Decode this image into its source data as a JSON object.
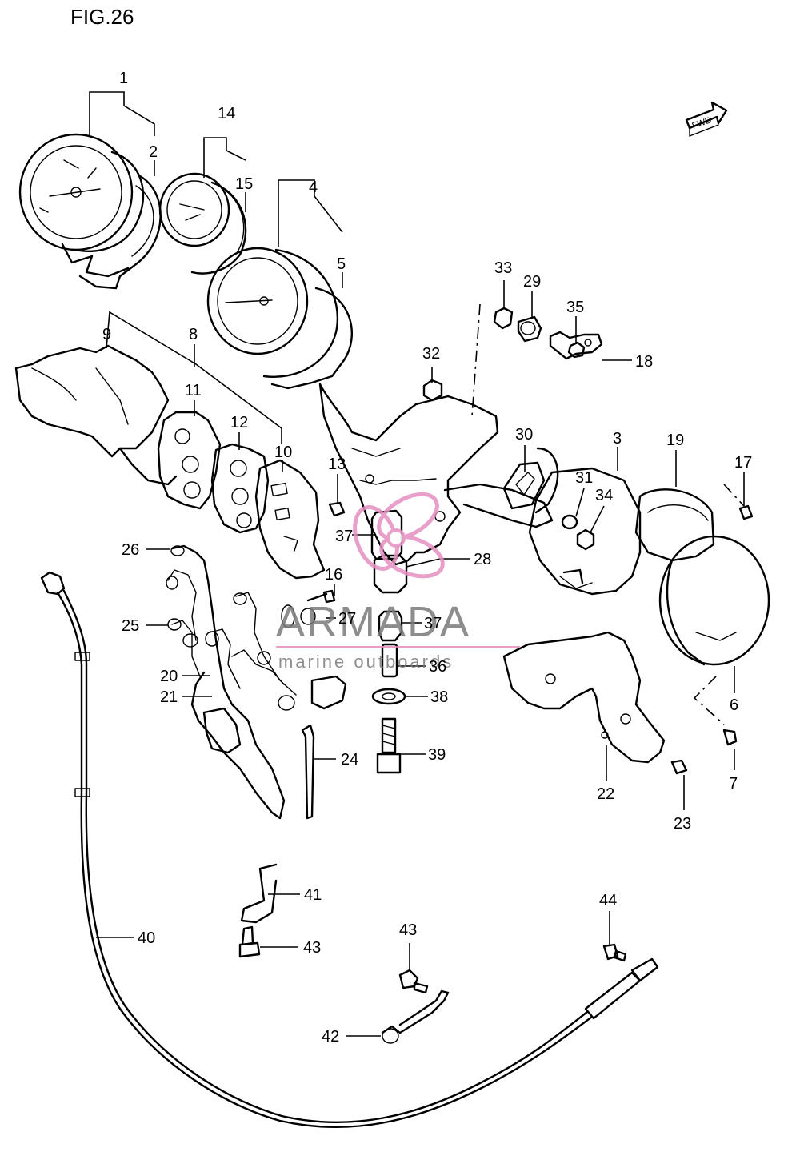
{
  "figure": {
    "title": "FIG.26"
  },
  "fwd_label": "FWD",
  "watermark": {
    "brand": "ARMADA",
    "tagline": "marine outboards",
    "logo_color": "#e58fc0"
  },
  "callouts": {
    "c1": "1",
    "c2": "2",
    "c3": "3",
    "c4": "4",
    "c5": "5",
    "c6": "6",
    "c7": "7",
    "c8": "8",
    "c9": "9",
    "c10": "10",
    "c11": "11",
    "c12": "12",
    "c13": "13",
    "c14": "14",
    "c15": "15",
    "c16": "16",
    "c17": "17",
    "c18": "18",
    "c19": "19",
    "c20": "20",
    "c21": "21",
    "c22": "22",
    "c23": "23",
    "c24": "24",
    "c25": "25",
    "c26": "26",
    "c27": "27",
    "c28": "28",
    "c29": "29",
    "c30": "30",
    "c31": "31",
    "c32": "32",
    "c33": "33",
    "c34": "34",
    "c35": "35",
    "c36": "36",
    "c37a": "37",
    "c37b": "37",
    "c38": "38",
    "c39": "39",
    "c40": "40",
    "c41": "41",
    "c42": "42",
    "c43a": "43",
    "c43b": "43",
    "c44": "44"
  }
}
